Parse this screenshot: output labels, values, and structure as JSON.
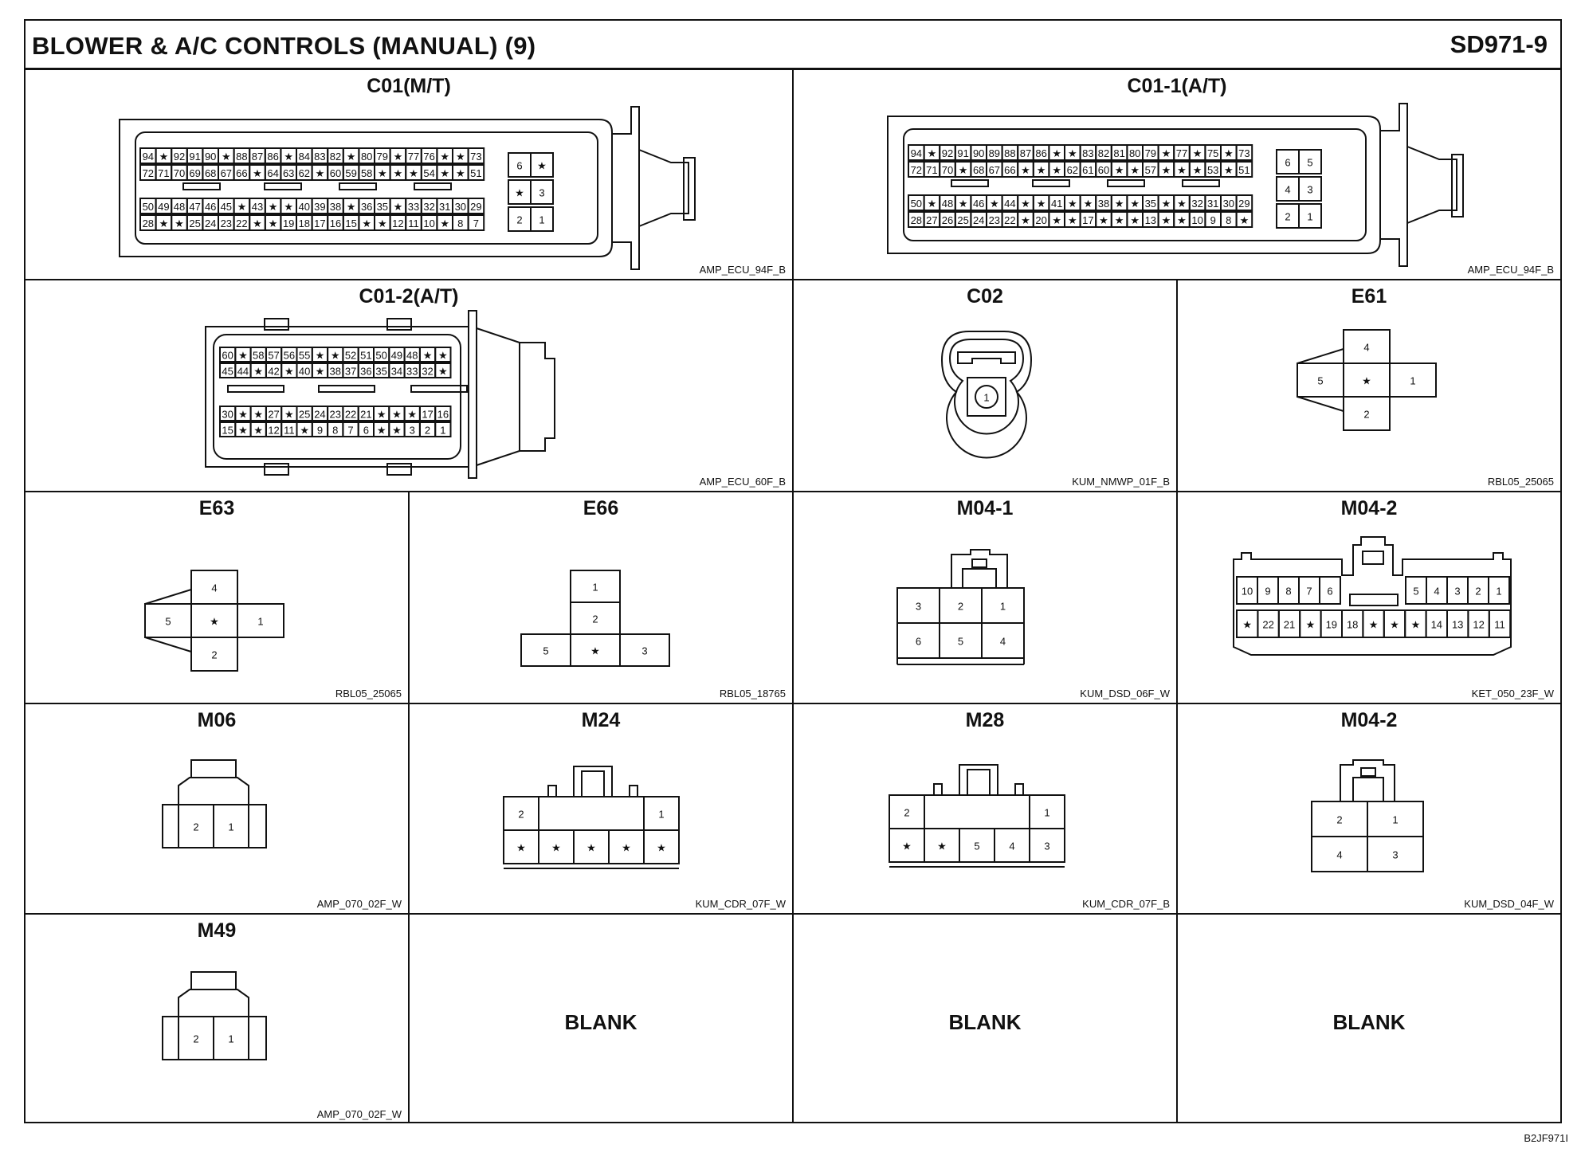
{
  "header": {
    "title": "BLOWER & A/C CONTROLS (MANUAL) (9)",
    "code": "SD971-9"
  },
  "footer": {
    "code": "B2JF971I"
  },
  "connectors": {
    "c01_mt": {
      "name": "C01(M/T)",
      "part": "AMP_ECU_94F_B",
      "rows": [
        [
          "94",
          "★",
          "92",
          "91",
          "90",
          "★",
          "88",
          "87",
          "86",
          "★",
          "84",
          "83",
          "82",
          "★",
          "80",
          "79",
          "★",
          "77",
          "76",
          "★",
          "★",
          "73"
        ],
        [
          "72",
          "71",
          "70",
          "69",
          "68",
          "67",
          "66",
          "★",
          "64",
          "63",
          "62",
          "★",
          "60",
          "59",
          "58",
          "★",
          "★",
          "★",
          "54",
          "★",
          "★",
          "51"
        ],
        [
          "50",
          "49",
          "48",
          "47",
          "46",
          "45",
          "★",
          "43",
          "★",
          "★",
          "40",
          "39",
          "38",
          "★",
          "36",
          "35",
          "★",
          "33",
          "32",
          "31",
          "30",
          "29"
        ],
        [
          "28",
          "★",
          "★",
          "25",
          "24",
          "23",
          "22",
          "★",
          "★",
          "19",
          "18",
          "17",
          "16",
          "15",
          "★",
          "★",
          "12",
          "11",
          "10",
          "★",
          "8",
          "7"
        ]
      ],
      "side": [
        [
          "6",
          "★"
        ],
        [
          "★",
          "3"
        ],
        [
          "2",
          "1"
        ]
      ]
    },
    "c01_1_at": {
      "name": "C01-1(A/T)",
      "part": "AMP_ECU_94F_B",
      "rows": [
        [
          "94",
          "★",
          "92",
          "91",
          "90",
          "89",
          "88",
          "87",
          "86",
          "★",
          "★",
          "83",
          "82",
          "81",
          "80",
          "79",
          "★",
          "77",
          "★",
          "75",
          "★",
          "73"
        ],
        [
          "72",
          "71",
          "70",
          "★",
          "68",
          "67",
          "66",
          "★",
          "★",
          "★",
          "62",
          "61",
          "60",
          "★",
          "★",
          "57",
          "★",
          "★",
          "★",
          "53",
          "★",
          "51"
        ],
        [
          "50",
          "★",
          "48",
          "★",
          "46",
          "★",
          "44",
          "★",
          "★",
          "41",
          "★",
          "★",
          "38",
          "★",
          "★",
          "35",
          "★",
          "★",
          "32",
          "31",
          "30",
          "29"
        ],
        [
          "28",
          "27",
          "26",
          "25",
          "24",
          "23",
          "22",
          "★",
          "20",
          "★",
          "★",
          "17",
          "★",
          "★",
          "★",
          "13",
          "★",
          "★",
          "10",
          "9",
          "8",
          "★"
        ]
      ],
      "side": [
        [
          "6",
          "5"
        ],
        [
          "4",
          "3"
        ],
        [
          "2",
          "1"
        ]
      ]
    },
    "c01_2_at": {
      "name": "C01-2(A/T)",
      "part": "AMP_ECU_60F_B",
      "rows": [
        [
          "60",
          "★",
          "58",
          "57",
          "56",
          "55",
          "★",
          "★",
          "52",
          "51",
          "50",
          "49",
          "48",
          "★",
          "★"
        ],
        [
          "45",
          "44",
          "★",
          "42",
          "★",
          "40",
          "★",
          "38",
          "37",
          "36",
          "35",
          "34",
          "33",
          "32",
          "★"
        ],
        [
          "30",
          "★",
          "★",
          "27",
          "★",
          "25",
          "24",
          "23",
          "22",
          "21",
          "★",
          "★",
          "★",
          "17",
          "16"
        ],
        [
          "15",
          "★",
          "★",
          "12",
          "11",
          "★",
          "9",
          "8",
          "7",
          "6",
          "★",
          "★",
          "3",
          "2",
          "1"
        ]
      ]
    },
    "c02": {
      "name": "C02",
      "part": "KUM_NMWP_01F_B",
      "pins": [
        "1"
      ]
    },
    "e61": {
      "name": "E61",
      "part": "RBL05_25065",
      "pins": [
        "4",
        "5",
        "★",
        "1",
        "2"
      ]
    },
    "e63": {
      "name": "E63",
      "part": "RBL05_25065",
      "pins": [
        "4",
        "5",
        "★",
        "1",
        "2"
      ]
    },
    "e66": {
      "name": "E66",
      "part": "RBL05_18765",
      "pins": [
        "1",
        "2",
        "5",
        "★",
        "3"
      ]
    },
    "m04_1": {
      "name": "M04-1",
      "part": "KUM_DSD_06F_W",
      "pins": [
        "3",
        "2",
        "1",
        "6",
        "5",
        "4"
      ]
    },
    "m04_2a": {
      "name": "M04-2",
      "part": "KET_050_23F_W",
      "top_left": [
        "10",
        "9",
        "8",
        "7",
        "6"
      ],
      "top_right": [
        "5",
        "4",
        "3",
        "2",
        "1"
      ],
      "bottom": [
        "★",
        "22",
        "21",
        "★",
        "19",
        "18",
        "★",
        "★",
        "★",
        "14",
        "13",
        "12",
        "11"
      ]
    },
    "m06": {
      "name": "M06",
      "part": "AMP_070_02F_W",
      "pins": [
        "2",
        "1"
      ]
    },
    "m24": {
      "name": "M24",
      "part": "KUM_CDR_07F_W",
      "top": [
        "2",
        "1"
      ],
      "bottom": [
        "★",
        "★",
        "★",
        "★",
        "★"
      ]
    },
    "m28": {
      "name": "M28",
      "part": "KUM_CDR_07F_B",
      "top": [
        "2",
        "1"
      ],
      "bottom": [
        "★",
        "★",
        "5",
        "4",
        "3"
      ]
    },
    "m04_2b": {
      "name": "M04-2",
      "part": "KUM_DSD_04F_W",
      "pins": [
        "2",
        "1",
        "4",
        "3"
      ]
    },
    "m49": {
      "name": "M49",
      "part": "AMP_070_02F_W",
      "pins": [
        "2",
        "1"
      ]
    },
    "blank": "BLANK"
  }
}
